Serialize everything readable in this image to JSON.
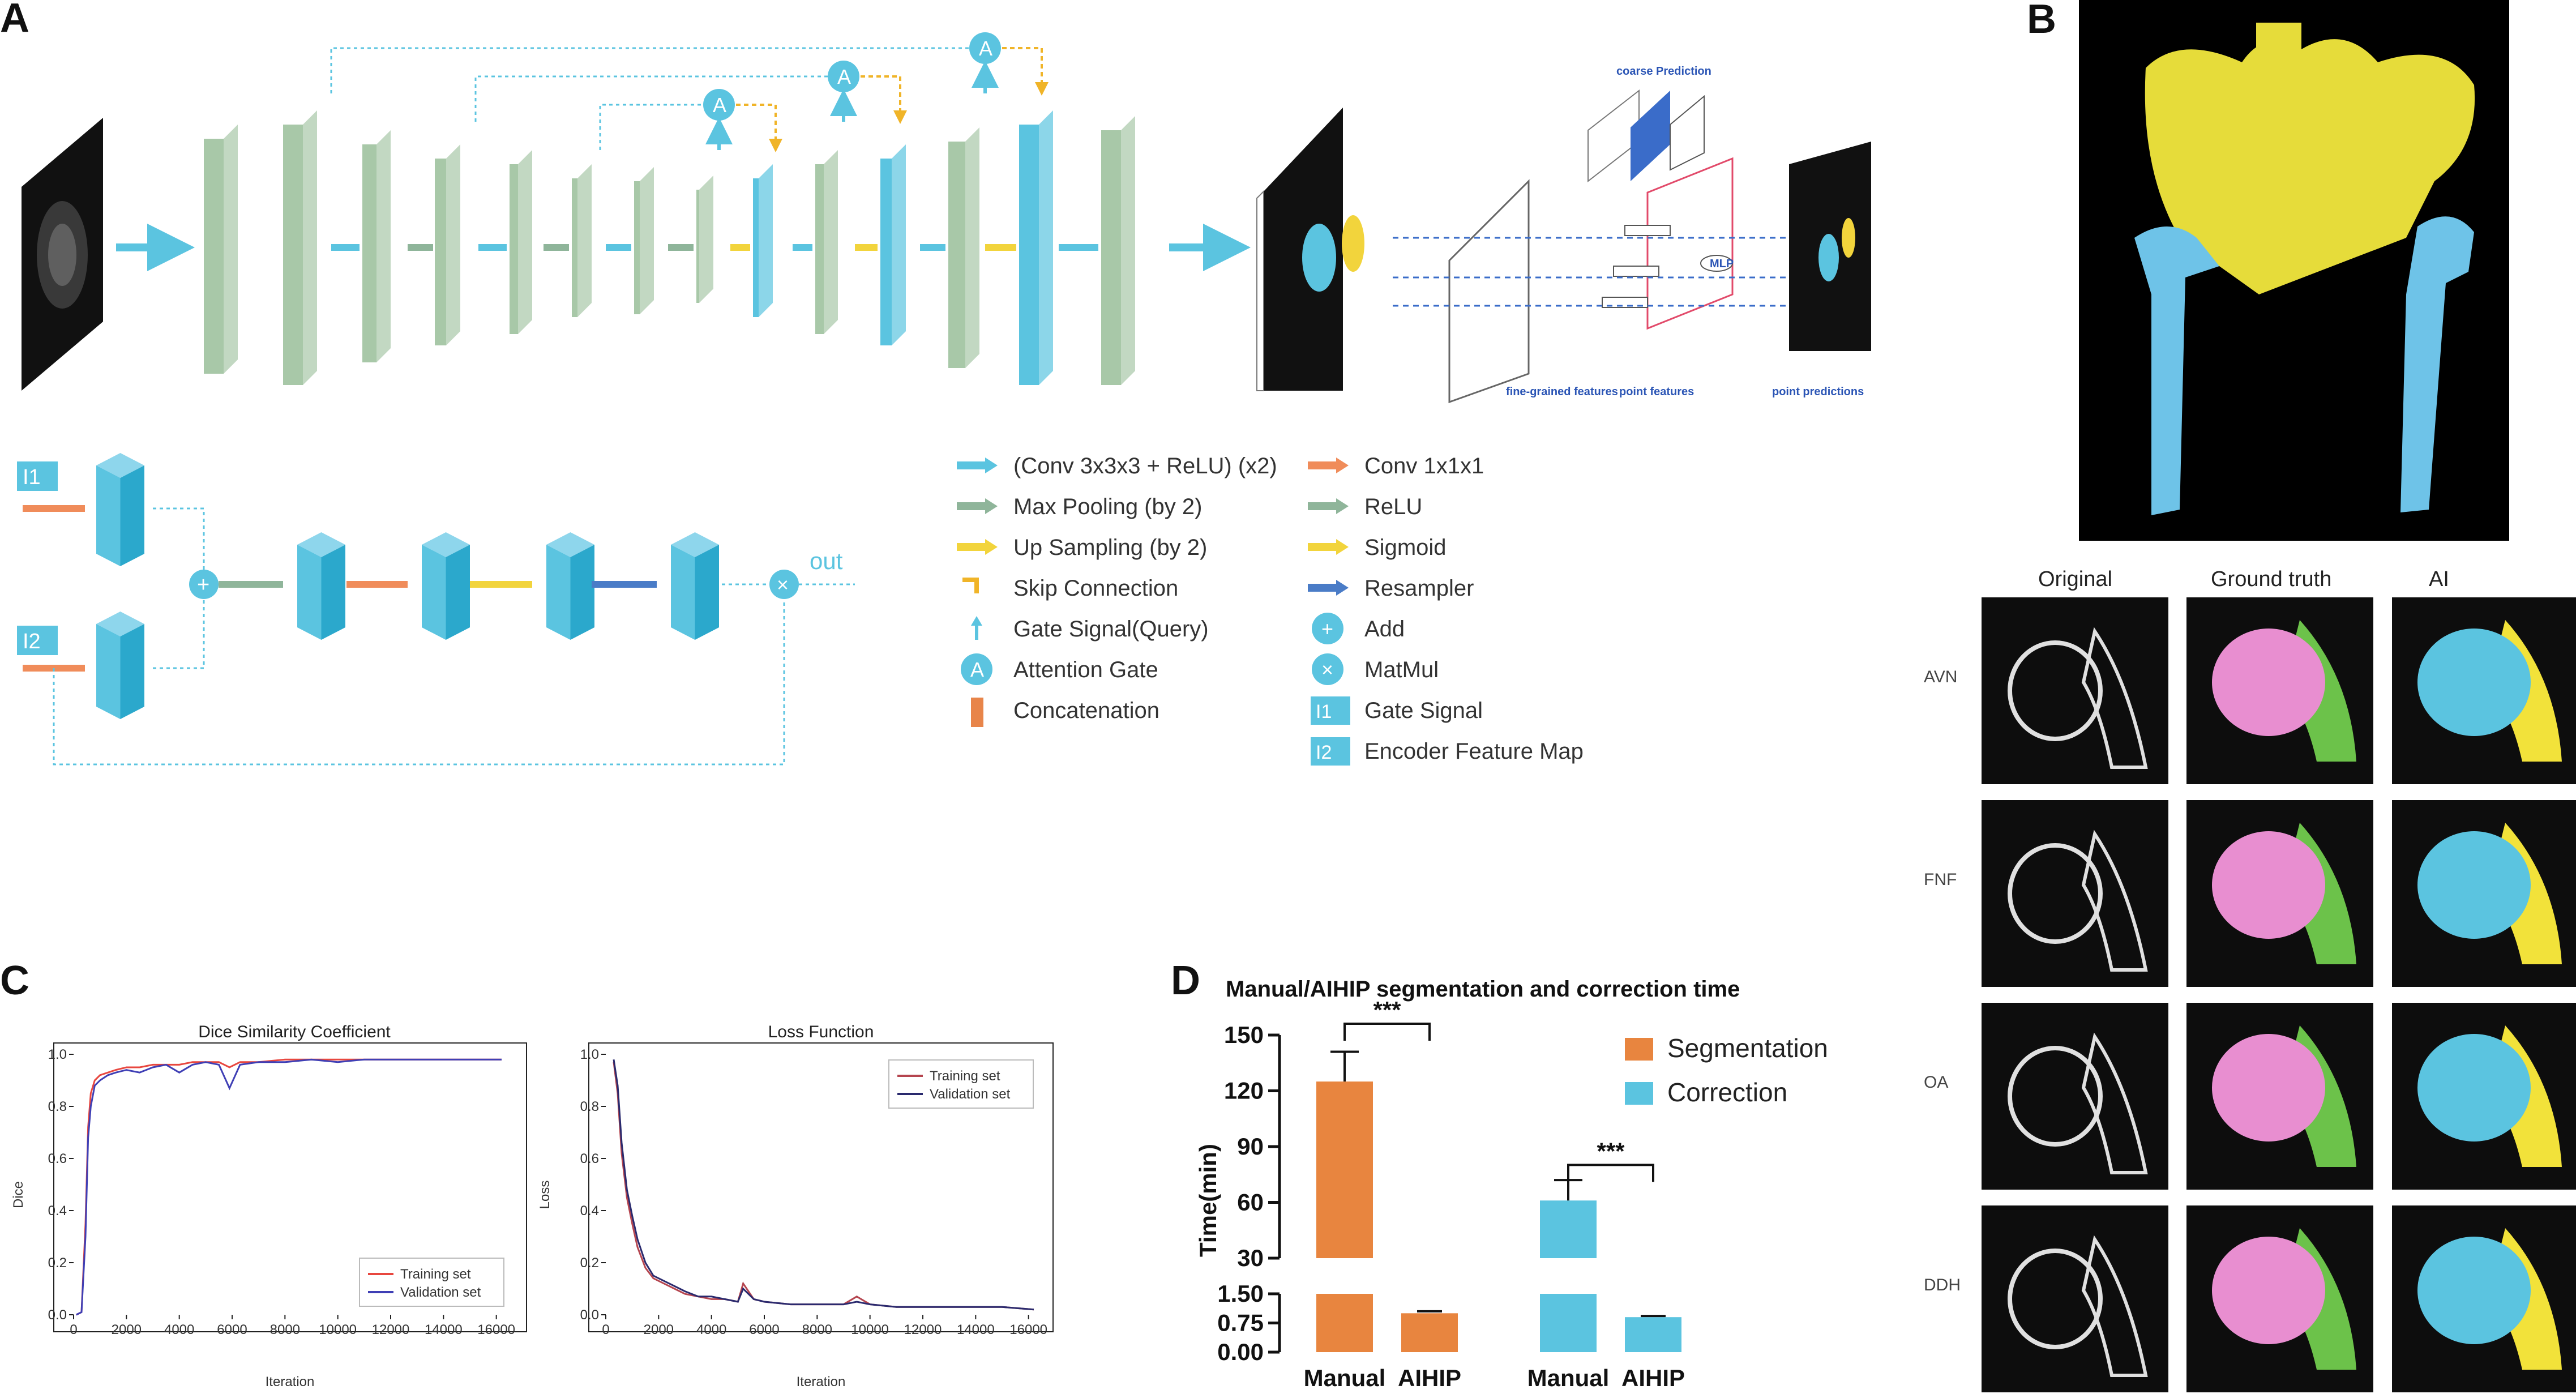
{
  "panel_labels": {
    "a": "A",
    "b": "B",
    "c": "C",
    "d": "D"
  },
  "panel_a": {
    "attention_gate_symbol": "A",
    "coarse_prediction": "coarse  Prediction",
    "fine_grained_features": "fine-grained\nfeatures",
    "point_features": "point features",
    "point_predictions": "point predictions",
    "mlp": "MLP",
    "gate_labels": {
      "i1": "I1",
      "i2": "I2"
    },
    "out_label": "out",
    "legend": [
      {
        "label": "(Conv 3x3x3 + ReLU) (x2)",
        "symbol": "arrow",
        "color": "#5bc4e0"
      },
      {
        "label": "Max Pooling (by 2)",
        "symbol": "arrow",
        "color": "#8fb59a"
      },
      {
        "label": "Up Sampling (by 2)",
        "symbol": "arrow",
        "color": "#f2d43c"
      },
      {
        "label": "Skip Connection",
        "symbol": "skip-arrow",
        "color": "#f0b428"
      },
      {
        "label": "Gate Signal(Query)",
        "symbol": "up-arrow",
        "color": "#5bc4e0"
      },
      {
        "label": "Attention Gate",
        "symbol": "circle-A",
        "color": "#5bc4e0"
      },
      {
        "label": "Concatenation",
        "symbol": "concat-block",
        "color": "#e8854a"
      },
      {
        "label": "Conv 1x1x1",
        "symbol": "arrow",
        "color": "#f08c5a"
      },
      {
        "label": "ReLU",
        "symbol": "arrow",
        "color": "#8fb59a"
      },
      {
        "label": "Sigmoid",
        "symbol": "arrow",
        "color": "#f2d43c"
      },
      {
        "label": "Resampler",
        "symbol": "arrow",
        "color": "#4a7cc7"
      },
      {
        "label": "Add",
        "symbol": "circle-plus",
        "color": "#5bc4e0"
      },
      {
        "label": "MatMul",
        "symbol": "circle-times",
        "color": "#5bc4e0"
      },
      {
        "label": "Gate Signal",
        "symbol": "box-I1",
        "color": "#5bc4e0"
      },
      {
        "label": "Encoder Feature Map",
        "symbol": "box-I2",
        "color": "#5bc4e0"
      }
    ]
  },
  "panel_b": {
    "columns": [
      "Original",
      "Ground truth",
      "AI"
    ],
    "rows": [
      "AVN",
      "FNF",
      "OA",
      "DDH"
    ]
  },
  "chart_data": [
    {
      "type": "line",
      "title": "Dice Similarity Coefficient",
      "xlabel": "Iteration",
      "ylabel": "Dice",
      "xlim": [
        0,
        16500
      ],
      "ylim": [
        0,
        1.0
      ],
      "xticks": [
        "0",
        "2000",
        "4000",
        "6000",
        "8000",
        "10000",
        "12000",
        "14000",
        "16000"
      ],
      "yticks": [
        "0.0",
        "0.2",
        "0.4",
        "0.6",
        "0.8",
        "1.0"
      ],
      "legend_position": "bottom-right",
      "series": [
        {
          "name": "Training set",
          "color": "#e8473f",
          "x": [
            100,
            300,
            450,
            550,
            650,
            800,
            1000,
            1300,
            1600,
            2000,
            2500,
            3000,
            3500,
            4000,
            4500,
            5000,
            5500,
            5900,
            6300,
            7000,
            8000,
            9000,
            10000,
            11000,
            12000,
            13000,
            14000,
            15000,
            16200
          ],
          "y": [
            0.0,
            0.01,
            0.35,
            0.72,
            0.85,
            0.9,
            0.92,
            0.93,
            0.94,
            0.95,
            0.95,
            0.96,
            0.96,
            0.96,
            0.97,
            0.97,
            0.97,
            0.95,
            0.97,
            0.97,
            0.98,
            0.98,
            0.98,
            0.98,
            0.98,
            0.98,
            0.98,
            0.98,
            0.98
          ]
        },
        {
          "name": "Validation set",
          "color": "#3f3fb5",
          "x": [
            100,
            300,
            450,
            550,
            650,
            800,
            1000,
            1300,
            1600,
            2000,
            2500,
            3000,
            3500,
            4000,
            4500,
            5000,
            5500,
            5900,
            6300,
            7000,
            8000,
            9000,
            10000,
            11000,
            12000,
            13000,
            14000,
            15000,
            16200
          ],
          "y": [
            0.0,
            0.01,
            0.3,
            0.68,
            0.8,
            0.88,
            0.9,
            0.92,
            0.93,
            0.94,
            0.93,
            0.95,
            0.96,
            0.93,
            0.96,
            0.97,
            0.96,
            0.87,
            0.96,
            0.97,
            0.97,
            0.98,
            0.97,
            0.98,
            0.98,
            0.98,
            0.98,
            0.98,
            0.98
          ]
        }
      ]
    },
    {
      "type": "line",
      "title": "Loss Function",
      "xlabel": "Iteration",
      "ylabel": "Loss",
      "xlim": [
        0,
        16500
      ],
      "ylim": [
        0,
        1.0
      ],
      "xticks": [
        "0",
        "2000",
        "4000",
        "6000",
        "8000",
        "10000",
        "12000",
        "14000",
        "16000"
      ],
      "yticks": [
        "0.0",
        "0.2",
        "0.4",
        "0.6",
        "0.8",
        "1.0"
      ],
      "legend_position": "top-right",
      "series": [
        {
          "name": "Training set",
          "color": "#b5454f",
          "x": [
            300,
            450,
            600,
            800,
            1000,
            1200,
            1500,
            1800,
            2200,
            2600,
            3000,
            3500,
            4000,
            4500,
            5000,
            5200,
            5600,
            6000,
            7000,
            8000,
            9000,
            9500,
            10000,
            11000,
            12000,
            13000,
            14000,
            15000,
            16200
          ],
          "y": [
            0.97,
            0.85,
            0.62,
            0.45,
            0.35,
            0.26,
            0.18,
            0.14,
            0.12,
            0.1,
            0.08,
            0.07,
            0.06,
            0.06,
            0.05,
            0.12,
            0.06,
            0.05,
            0.04,
            0.04,
            0.04,
            0.07,
            0.04,
            0.03,
            0.03,
            0.03,
            0.03,
            0.03,
            0.02
          ]
        },
        {
          "name": "Validation set",
          "color": "#2a2a6e",
          "x": [
            300,
            450,
            600,
            800,
            1000,
            1200,
            1500,
            1800,
            2200,
            2600,
            3000,
            3500,
            4000,
            4500,
            5000,
            5200,
            5600,
            6000,
            7000,
            8000,
            9000,
            9500,
            10000,
            11000,
            12000,
            13000,
            14000,
            15000,
            16200
          ],
          "y": [
            0.98,
            0.88,
            0.66,
            0.48,
            0.38,
            0.29,
            0.2,
            0.15,
            0.13,
            0.11,
            0.09,
            0.07,
            0.07,
            0.06,
            0.05,
            0.1,
            0.06,
            0.05,
            0.04,
            0.04,
            0.04,
            0.05,
            0.04,
            0.03,
            0.03,
            0.03,
            0.03,
            0.03,
            0.02
          ]
        }
      ]
    },
    {
      "type": "bar",
      "title": "Manual/AIHIP segmentation and correction time",
      "ylabel": "Time(min)",
      "categories": [
        "Manual",
        "AIHIP",
        "Manual",
        "AIHIP"
      ],
      "yticks_upper": [
        "30",
        "60",
        "90",
        "120",
        "150"
      ],
      "yticks_lower": [
        "0.00",
        "0.75",
        "1.50"
      ],
      "axis_break": [
        1.5,
        30
      ],
      "legend_position": "top-right",
      "series": [
        {
          "name": "Segmentation",
          "color": "#e8853f",
          "categories": [
            "Manual",
            "AIHIP"
          ],
          "values": [
            125,
            1.0
          ],
          "errors": [
            16,
            0.05
          ]
        },
        {
          "name": "Correction",
          "color": "#5bc4e0",
          "categories": [
            "Manual",
            "AIHIP"
          ],
          "values": [
            61,
            0.9
          ],
          "errors": [
            11,
            0.03
          ]
        }
      ],
      "significance": [
        "***",
        "***"
      ]
    }
  ]
}
